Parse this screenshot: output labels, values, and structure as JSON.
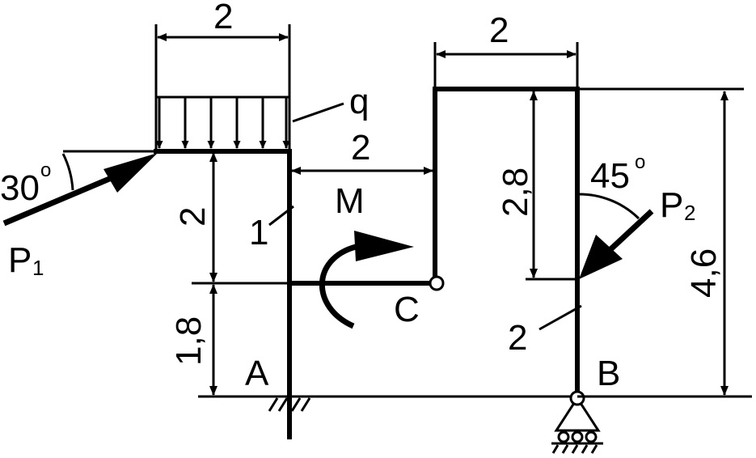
{
  "dimensions": {
    "q_span": "2",
    "c_frame_width": "2",
    "gap_to_frame": "2",
    "left_height_upper": "2",
    "left_height_lower": "1,8",
    "right_inner_height": "2,8",
    "right_total_height": "4,6"
  },
  "loads": {
    "p1_base": "P",
    "p1_sub": "1",
    "p1_angle": "30",
    "p2_base": "P",
    "p2_sub": "2",
    "p2_angle": "45",
    "q": "q",
    "moment": "M",
    "degree_symbol": "o"
  },
  "points": {
    "a": "A",
    "b": "B",
    "c": "C"
  },
  "members": {
    "member_1": "1",
    "member_2": "2"
  },
  "colors": {
    "ink": "#000000",
    "paper": "#ffffff"
  }
}
